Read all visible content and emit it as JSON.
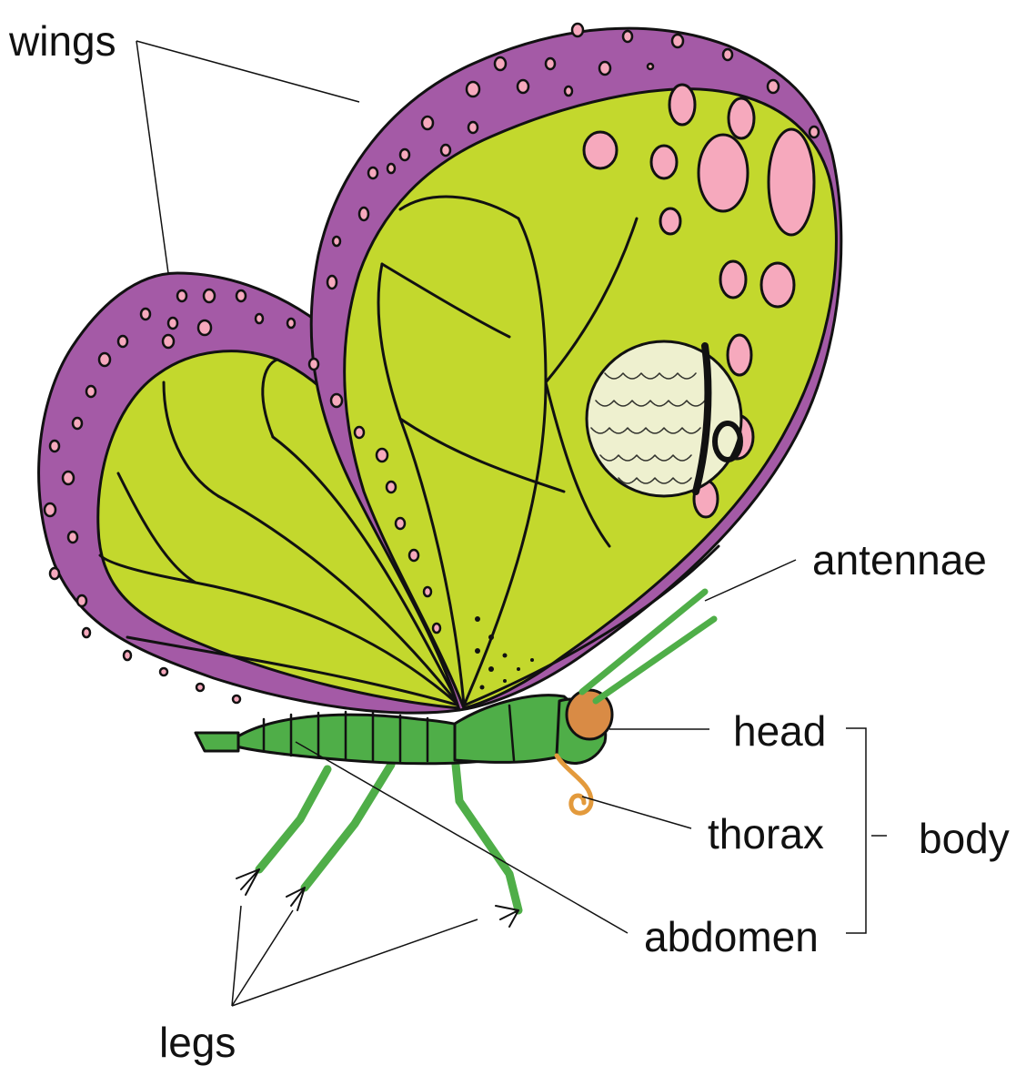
{
  "labels": {
    "wings": "wings",
    "antennae": "antennae",
    "head": "head",
    "thorax": "thorax",
    "body": "body",
    "abdomen": "abdomen",
    "legs": "legs"
  },
  "colors": {
    "wing_border": "#a45aa6",
    "wing_fill": "#c3d82d",
    "spots": "#f6a9bd",
    "eyespot": "#eef0cf",
    "body": "#4fae48",
    "eye": "#d98b45",
    "proboscis": "#e39a3c",
    "outline": "#111111"
  }
}
